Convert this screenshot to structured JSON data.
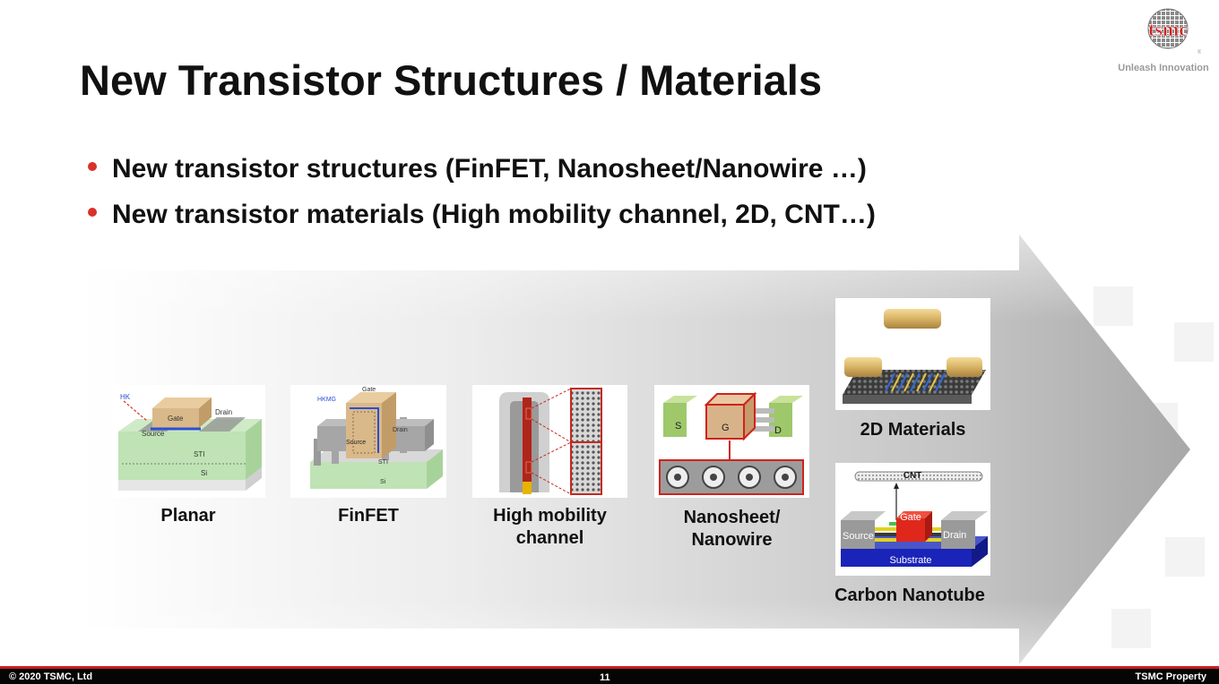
{
  "header": {
    "logo_text": "tsmc",
    "tagline": "Unleash Innovation",
    "title": "New Transistor Structures / Materials"
  },
  "bullets": [
    "New transistor structures (FinFET, Nanosheet/Nanowire …)",
    "New transistor materials (High mobility channel, 2D, CNT…)"
  ],
  "diagrams": {
    "planar": {
      "caption": "Planar",
      "labels": {
        "hk": "HK",
        "gate": "Gate",
        "drain": "Drain",
        "source": "Source",
        "sti": "STI",
        "si": "Si"
      }
    },
    "finfet": {
      "caption": "FinFET",
      "labels": {
        "gate": "Gate",
        "hkmg": "HKMG",
        "drain": "Drain",
        "source": "Source",
        "sti": "STI",
        "si": "Si"
      }
    },
    "high_mobility": {
      "caption_line1": "High mobility",
      "caption_line2": "channel"
    },
    "nanosheet": {
      "caption_line1": "Nanosheet/",
      "caption_line2": "Nanowire",
      "labels": {
        "s": "S",
        "g": "G",
        "d": "D"
      }
    },
    "two_d": {
      "caption": "2D Materials"
    },
    "cnt": {
      "caption": "Carbon Nanotube",
      "labels": {
        "cnt": "CNT",
        "gate": "Gate",
        "source": "Source",
        "drain": "Drain",
        "substrate": "Substrate"
      }
    }
  },
  "footer": {
    "copyright": "© 2020 TSMC, Ltd",
    "page_number": "11",
    "property": "TSMC Property"
  },
  "colors": {
    "accent_red": "#d9322a",
    "footer_bg": "#050505",
    "gate_tan": "#d9b98a",
    "sti_green": "#bfe3b4"
  }
}
